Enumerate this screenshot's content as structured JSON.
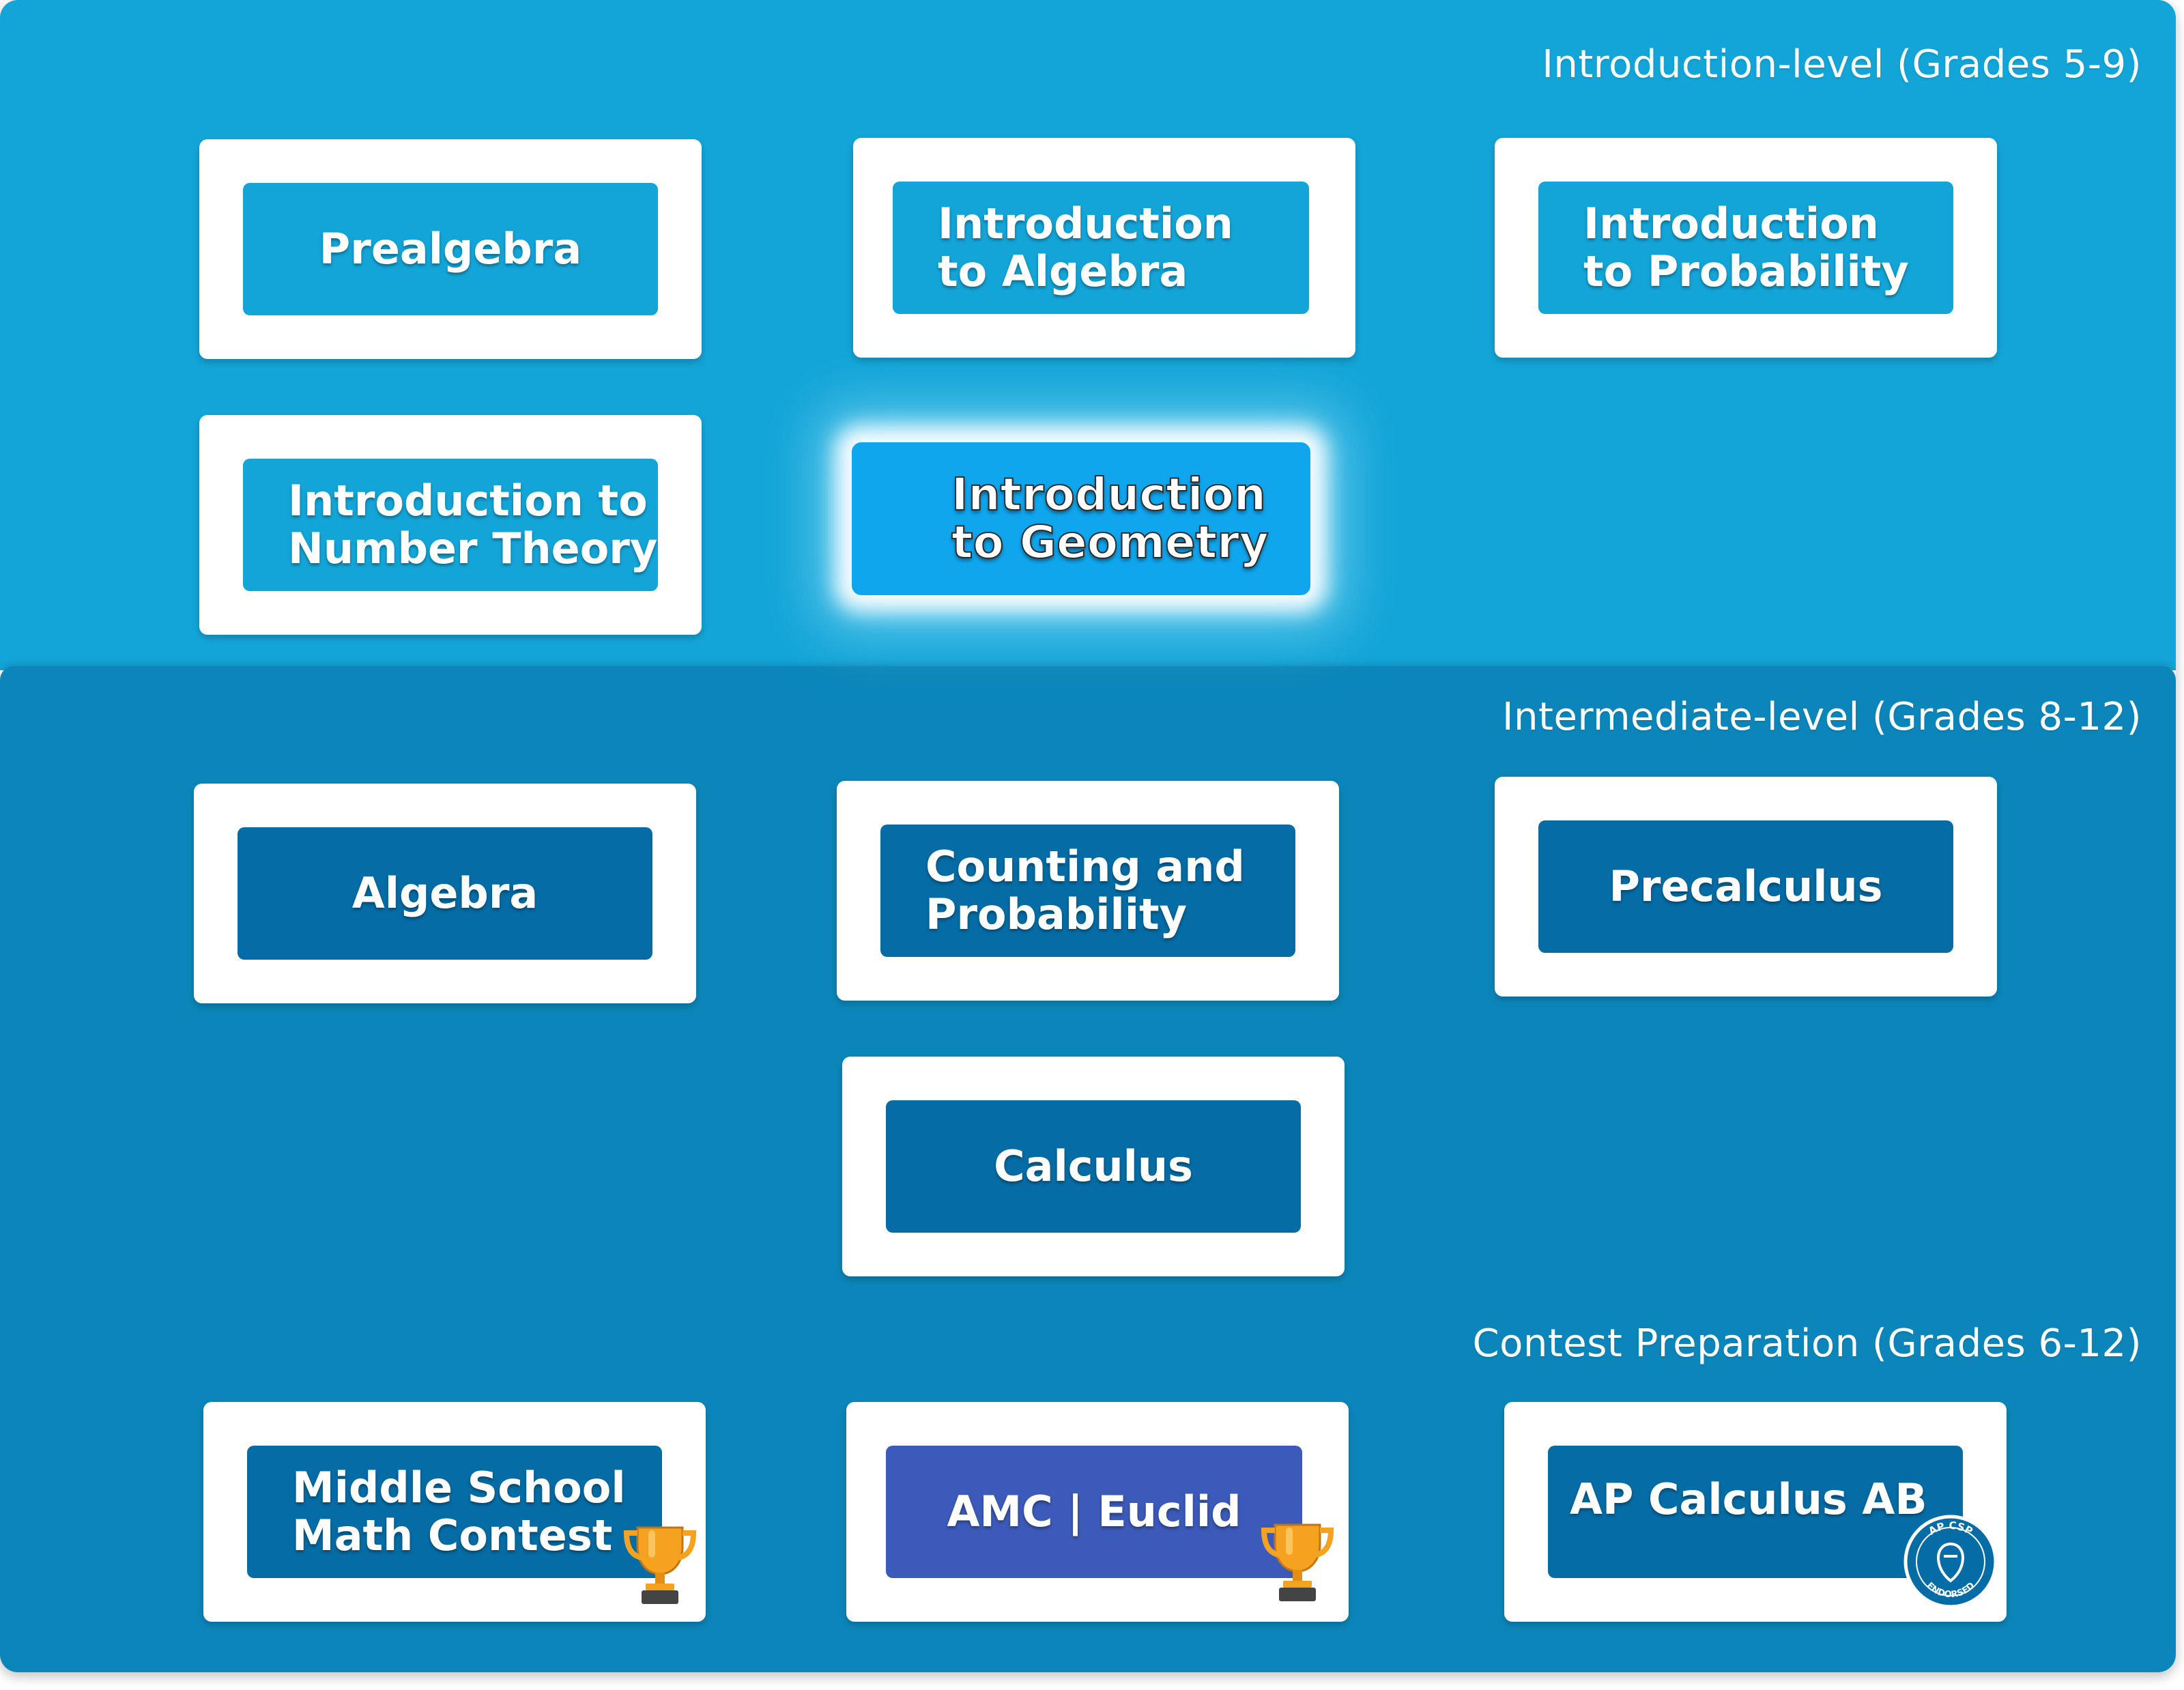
{
  "sections": {
    "intro": {
      "label": "Introduction-level (Grades 5-9)"
    },
    "intermediate": {
      "label": "Intermediate-level (Grades 8-12)"
    },
    "contest": {
      "label": "Contest Preparation (Grades 6-12)"
    }
  },
  "courses": {
    "prealgebra": "Prealgebra",
    "intro_algebra": [
      "Introduction",
      "to Algebra"
    ],
    "intro_probability": [
      "Introduction",
      "to Probability"
    ],
    "intro_number_theory": [
      "Introduction to",
      "Number Theory"
    ],
    "intro_geometry": [
      "Introduction",
      "to Geometry"
    ],
    "algebra": "Algebra",
    "counting_probability": [
      "Counting and",
      "Probability"
    ],
    "precalculus": "Precalculus",
    "calculus": "Calculus",
    "middle_school_contest": [
      "Middle School",
      "Math Contest"
    ],
    "amc_euclid": "AMC | Euclid",
    "ap_calculus_ab": "AP Calculus AB"
  },
  "badge": {
    "top_text": "AP CSP",
    "bottom_text": "ENDORSED"
  },
  "colors": {
    "intro_band": "#13a5d8",
    "intermediate_band": "#0c86ba",
    "dark_course": "#066ca5",
    "amc_course": "#3c5ab9",
    "highlight_course": "#10a6ee",
    "trophy": "#f4a21f"
  },
  "icons": {
    "trophy": "trophy-icon",
    "badge": "ap-csp-endorsed-badge"
  }
}
